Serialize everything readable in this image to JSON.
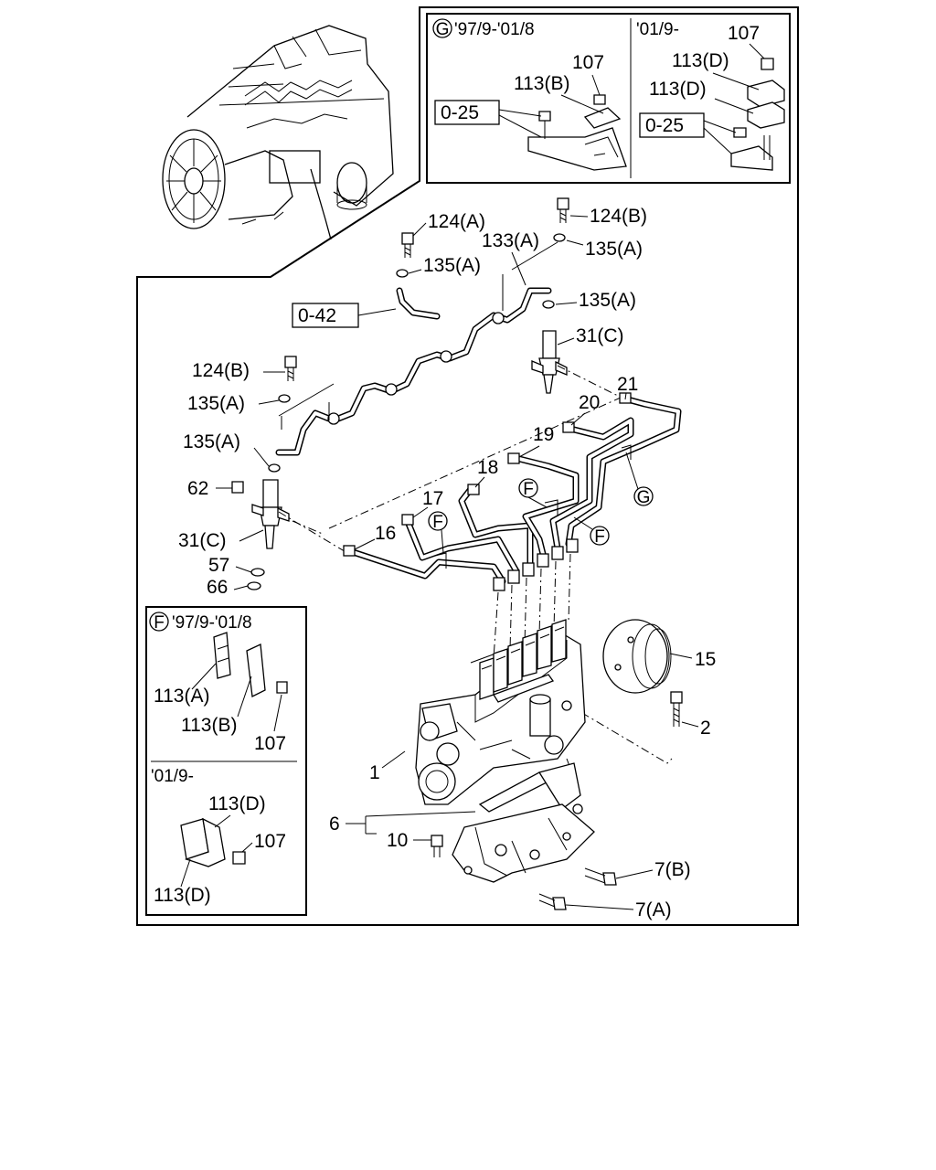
{
  "inset_g": {
    "marker": "G",
    "left_period": "'97/9-'01/8",
    "right_period": "'01/9-",
    "left": {
      "p107": "107",
      "p113b": "113(B)",
      "ref": "0-25"
    },
    "right": {
      "p107": "107",
      "p113d_1": "113(D)",
      "p113d_2": "113(D)",
      "ref": "0-25"
    }
  },
  "inset_f": {
    "marker": "F",
    "top_period": "'97/9-'01/8",
    "bottom_period": "'01/9-",
    "top": {
      "p113a": "113(A)",
      "p113b": "113(B)",
      "p107": "107"
    },
    "bottom": {
      "p113d_1": "113(D)",
      "p107": "107",
      "p113d_2": "113(D)"
    }
  },
  "labels": {
    "p124a": "124(A)",
    "p124b_top": "124(B)",
    "p133a": "133(A)",
    "p135a_1": "135(A)",
    "p135a_2": "135(A)",
    "p135a_3": "135(A)",
    "ref_042": "0-42",
    "p124b_left": "124(B)",
    "p135a_left1": "135(A)",
    "p135a_left2": "135(A)",
    "p31c_right": "31(C)",
    "p21": "21",
    "p20": "20",
    "p19": "19",
    "p18": "18",
    "p17": "17",
    "p16": "16",
    "p62": "62",
    "p31c_left": "31(C)",
    "p57": "57",
    "p66": "66",
    "p15": "15",
    "p2": "2",
    "p1": "1",
    "p6": "6",
    "p10": "10",
    "p7b": "7(B)",
    "p7a": "7(A)"
  },
  "callouts": {
    "f1": "F",
    "f2": "F",
    "f3": "F",
    "g1": "G"
  }
}
